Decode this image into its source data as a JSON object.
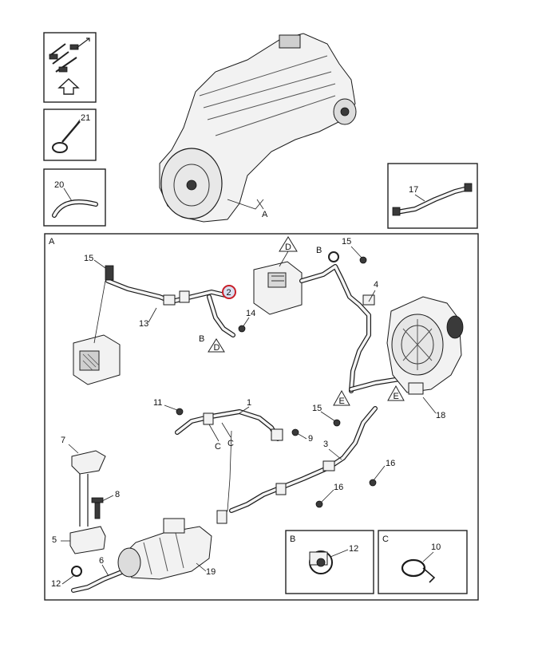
{
  "frames": {
    "engine_callout": "A",
    "main_frame": "A",
    "detail_b": "B",
    "detail_c": "C"
  },
  "callouts": {
    "c1": "1",
    "c2": "2",
    "c3": "3",
    "c4": "4",
    "c5": "5",
    "c6": "6",
    "c7": "7",
    "c8": "8",
    "c9": "9",
    "c10": "10",
    "c11": "11",
    "c12_main": "12",
    "c12_detail": "12",
    "c13": "13",
    "c14": "14",
    "c15_left": "15",
    "c15_top": "15",
    "c15_mid": "15",
    "c16_a": "16",
    "c16_b": "16",
    "c17": "17",
    "c18": "18",
    "c19": "19",
    "c20": "20",
    "c21": "21"
  },
  "markers": {
    "b_left": "B",
    "b_top": "B",
    "c_left": "C",
    "c_right": "C",
    "d_top": "D",
    "d_left": "D",
    "e_left": "E",
    "e_right": "E"
  },
  "colors": {
    "highlight": "#c8202a",
    "line": "#1a1a1a"
  }
}
